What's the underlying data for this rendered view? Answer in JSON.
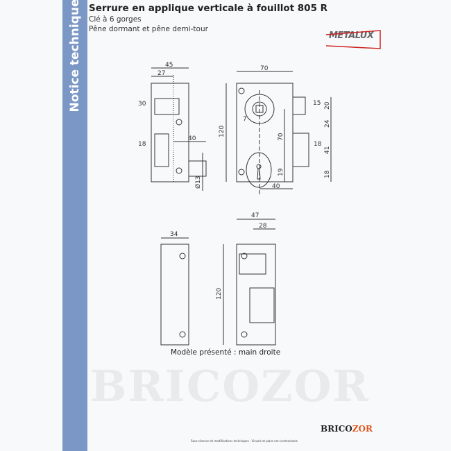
{
  "sidebar": {
    "label": "Notice technique",
    "color": "#7b97c5"
  },
  "header": {
    "title": "Serrure en applique verticale à fouillot 805 R",
    "subtitle1": "Clé à 6 gorges",
    "subtitle2": "Pêne dormant et pêne demi-tour"
  },
  "brand": {
    "metalux": "METALUX",
    "bricozor_prefix": "BRICO",
    "bricozor_suffix": "ZOR",
    "bricozor_accent": "#e0561c",
    "watermark": "BRICOZOR"
  },
  "drawing": {
    "side": {
      "width": "45",
      "offset": "27",
      "slot1": "30",
      "slot2": "18",
      "bolt": "40",
      "diameter": "Ø13"
    },
    "front": {
      "width": "70",
      "height": "120",
      "bolt1": "15",
      "pitch": "70",
      "spindle": "7",
      "keyhole": "19",
      "bottom": "40",
      "r1": "20",
      "r2": "24",
      "r3": "41",
      "r4": "18",
      "bolt2": "18"
    },
    "back": {
      "width": "34"
    },
    "strike": {
      "width": "47",
      "inner": "28",
      "height": "120"
    }
  },
  "caption": "Modèle présenté : main droite",
  "footer": "Sous réserve de modifications techniques - Visuels et plans non contractuels"
}
